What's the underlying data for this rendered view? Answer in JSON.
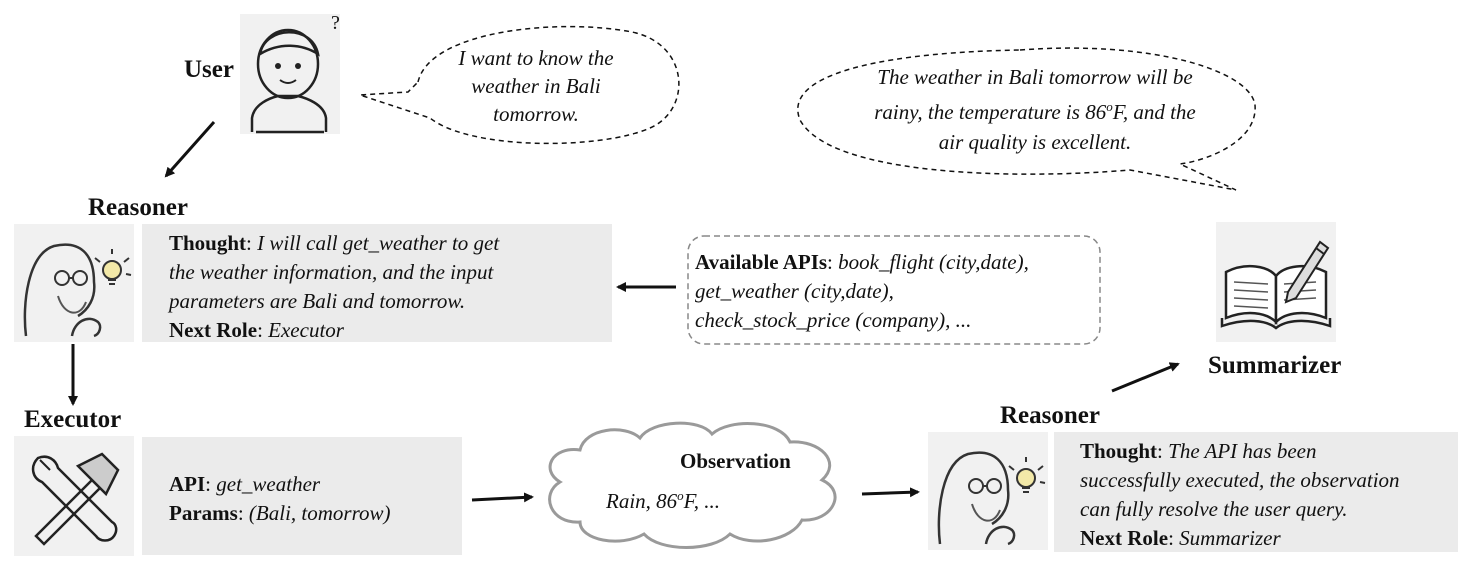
{
  "user": {
    "label": "User",
    "question_mark": "?",
    "speech": [
      "I want to know the",
      "weather in Bali",
      "tomorrow."
    ]
  },
  "answer": {
    "line1": "The weather in Bali tomorrow will be",
    "line2_pre": "rainy, the temperature is 86",
    "line2_sup": "o",
    "line2_post": "F, and the",
    "line3": "air quality is excellent."
  },
  "reasoner1": {
    "label": "Reasoner",
    "thought_key": "Thought",
    "thought_lines": [
      "I will call get_weather to get",
      "the weather information, and the input",
      "parameters are Bali and tomorrow."
    ],
    "next_key": "Next Role",
    "next_value": "Executor"
  },
  "apis": {
    "key": "Available APIs",
    "lines": [
      "book_flight (city,date),",
      "get_weather (city,date),",
      "check_stock_price (company), ..."
    ]
  },
  "summarizer": {
    "label": "Summarizer"
  },
  "executor": {
    "label": "Executor",
    "api_key": "API",
    "api_value": "get_weather",
    "params_key": "Params",
    "params_value": "(Bali, tomorrow)"
  },
  "observation": {
    "title": "Observation",
    "text_pre": "Rain, 86",
    "text_sup": "o",
    "text_post": "F, ..."
  },
  "reasoner2": {
    "label": "Reasoner",
    "thought_key": "Thought",
    "thought_lines": [
      "The API has been",
      "successfully executed, the observation",
      "can fully resolve the user query."
    ],
    "next_key": "Next Role",
    "next_value": "Summarizer"
  },
  "colors": {
    "box": "#ebebeb",
    "arrow": "#111111",
    "dash": "#888888"
  },
  "icons": [
    "user-avatar-icon",
    "thinker-lightbulb-icon",
    "tools-icon",
    "book-pen-icon",
    "cloud-icon"
  ]
}
